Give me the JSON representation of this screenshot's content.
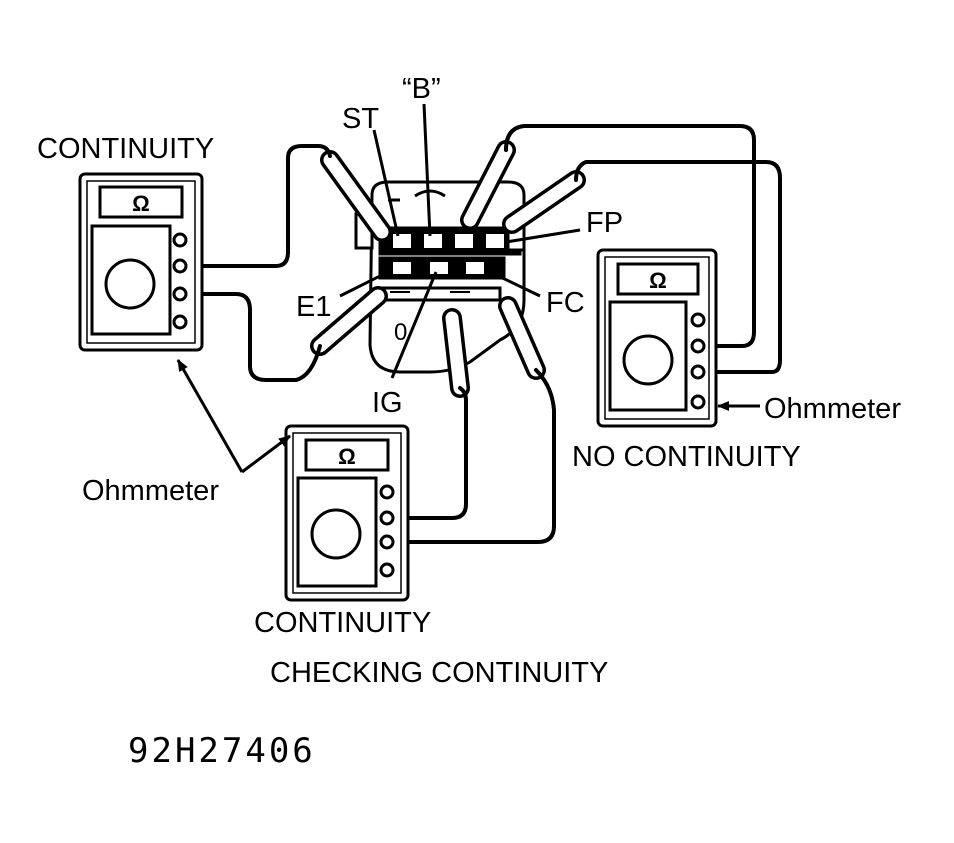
{
  "meters": {
    "left": {
      "label": "CONTINUITY",
      "symbol": "Ω"
    },
    "bottom": {
      "label": "CONTINUITY",
      "symbol": "Ω"
    },
    "right": {
      "label": "NO CONTINUITY",
      "symbol": "Ω"
    }
  },
  "terminals": {
    "st": "ST",
    "b": "“B”",
    "fp": "FP",
    "e1": "E1",
    "fc": "FC",
    "ig": "IG"
  },
  "connector_mark": "0",
  "callouts": {
    "ohmmeter_left": "Ohmmeter",
    "ohmmeter_right": "Ohmmeter"
  },
  "caption": "CHECKING CONTINUITY",
  "figure_code": "92H27406"
}
